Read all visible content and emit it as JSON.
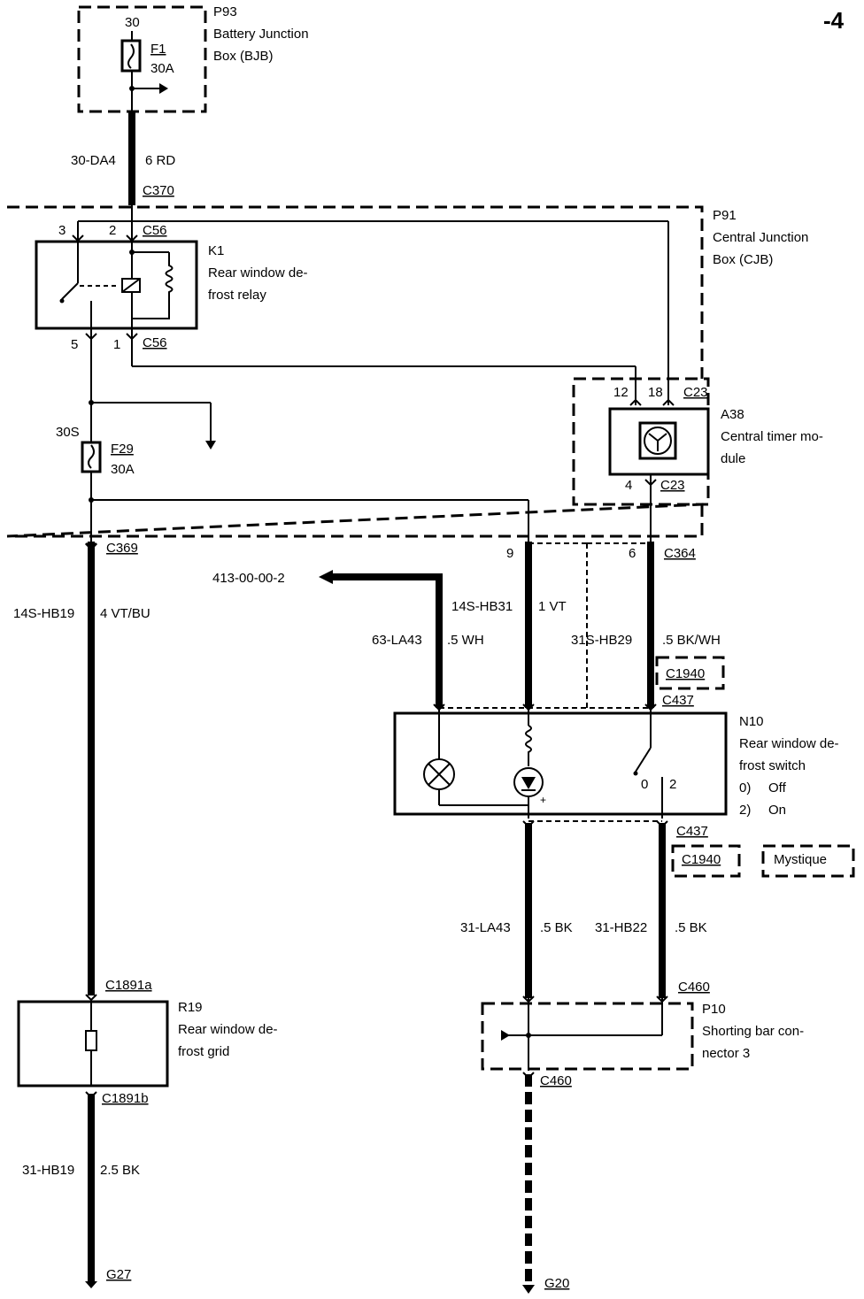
{
  "page_number": "-4",
  "bjb": {
    "id": "P93",
    "name_line1": "Battery Junction",
    "name_line2": "Box (BJB)",
    "pin_top": "30",
    "fuse_id": "F1",
    "fuse_rating": "30A"
  },
  "wire_top": {
    "circuit": "30-DA4",
    "spec": "6 RD",
    "connector": "C370"
  },
  "cjb": {
    "id": "P91",
    "name_line1": "Central Junction",
    "name_line2": "Box (CJB)",
    "pin3": "3",
    "pin2": "2",
    "conn_top": "C56",
    "pin5": "5",
    "pin1": "1",
    "conn_bottom": "C56",
    "node": "30S",
    "fuse_id": "F29",
    "fuse_rating": "30A",
    "out_conn": "C369",
    "pin9": "9",
    "pin6": "6",
    "out_conn2": "C364"
  },
  "relay": {
    "id": "K1",
    "name_line1": "Rear window de-",
    "name_line2": "frost relay"
  },
  "timer": {
    "id": "A38",
    "name_line1": "Central timer mo-",
    "name_line2": "dule",
    "pin12": "12",
    "pin18": "18",
    "conn_top": "C23",
    "pin4": "4",
    "conn_bottom": "C23"
  },
  "wires": {
    "left": {
      "circuit": "14S-HB19",
      "spec": "4 VT/BU"
    },
    "ref": "413-00-00-2",
    "mid_a": {
      "circuit": "14S-HB31",
      "spec": "1 VT"
    },
    "mid_b": {
      "circuit": "63-LA43",
      "spec": ".5 WH"
    },
    "right": {
      "circuit": "31S-HB29",
      "spec": ".5 BK/WH"
    },
    "gnd_a": {
      "circuit": "31-LA43",
      "spec": ".5 BK"
    },
    "gnd_b": {
      "circuit": "31-HB22",
      "spec": ".5 BK"
    },
    "grid_gnd": {
      "circuit": "31-HB19",
      "spec": "2.5 BK"
    }
  },
  "switch": {
    "id": "N10",
    "name_line1": "Rear window de-",
    "name_line2": "frost switch",
    "state0": "0)",
    "state0_label": "Off",
    "state2": "2)",
    "state2_label": "On",
    "pos0": "0",
    "pos2": "2",
    "conn_top": "C437",
    "conn_alt_top": "C1940",
    "conn_bottom": "C437",
    "conn_alt_bottom": "C1940",
    "variant": "Mystique"
  },
  "grid": {
    "id": "R19",
    "name_line1": "Rear window de-",
    "name_line2": "frost grid",
    "conn_top": "C1891a",
    "conn_bottom": "C1891b",
    "ground": "G27"
  },
  "shorting_bar": {
    "id": "P10",
    "name_line1": "Shorting bar con-",
    "name_line2": "nector 3",
    "conn_top": "C460",
    "conn_bottom": "C460",
    "ground": "G20"
  }
}
